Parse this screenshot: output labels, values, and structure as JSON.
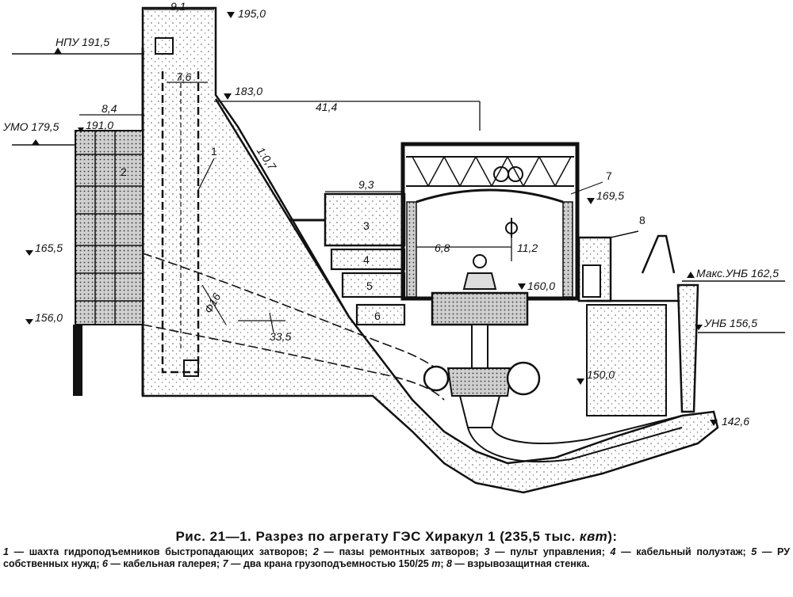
{
  "elevations": {
    "crest": "195,0",
    "nmu": "НПУ 191,5",
    "umo": "УМО 179,5",
    "top_intake": "191,0",
    "el_183": "183,0",
    "el_165": "165,5",
    "el_156": "156,0",
    "el_169": "169,5",
    "el_160": "160,0",
    "el_150": "150,0",
    "el_142": "142,6",
    "max_unb": "Макс.УНБ 162,5",
    "unb": "УНБ 156,5"
  },
  "dimensions": {
    "d_9_1": "9,1",
    "d_7_6": "7,6",
    "d_8_4": "8,4",
    "d_41_4": "41,4",
    "d_9_3": "9,3",
    "d_6_8": "6,8",
    "d_11_2": "11,2",
    "slope": "1:0,7",
    "diam": "Ф16",
    "angle": "33,5"
  },
  "markers": [
    "1",
    "2",
    "3",
    "4",
    "5",
    "6",
    "7",
    "8"
  ],
  "caption": {
    "title": "Рис. 21—1. Разрез по агрегату ГЭС Хиракул 1 (235,5 тыс.",
    "unit": "квт",
    "title_end": "):",
    "legend": [
      {
        "n": "1",
        "t": " — шахта гидроподъемников быстропадающих затворов; "
      },
      {
        "n": "2",
        "t": " — пазы ремонтных затворов; "
      },
      {
        "n": "3",
        "t": " — пульт управления; "
      },
      {
        "n": "4",
        "t": " — кабельный полуэтаж; "
      },
      {
        "n": "5",
        "t": " — РУ собственных нужд; "
      },
      {
        "n": "6",
        "t": " — кабельная галерея; "
      },
      {
        "n": "7",
        "t": " — два крана грузоподъемностью 150/25 "
      },
      {
        "n": "т",
        "t": "; "
      },
      {
        "n": "8",
        "t": " — взрывозащитная стенка."
      }
    ]
  }
}
